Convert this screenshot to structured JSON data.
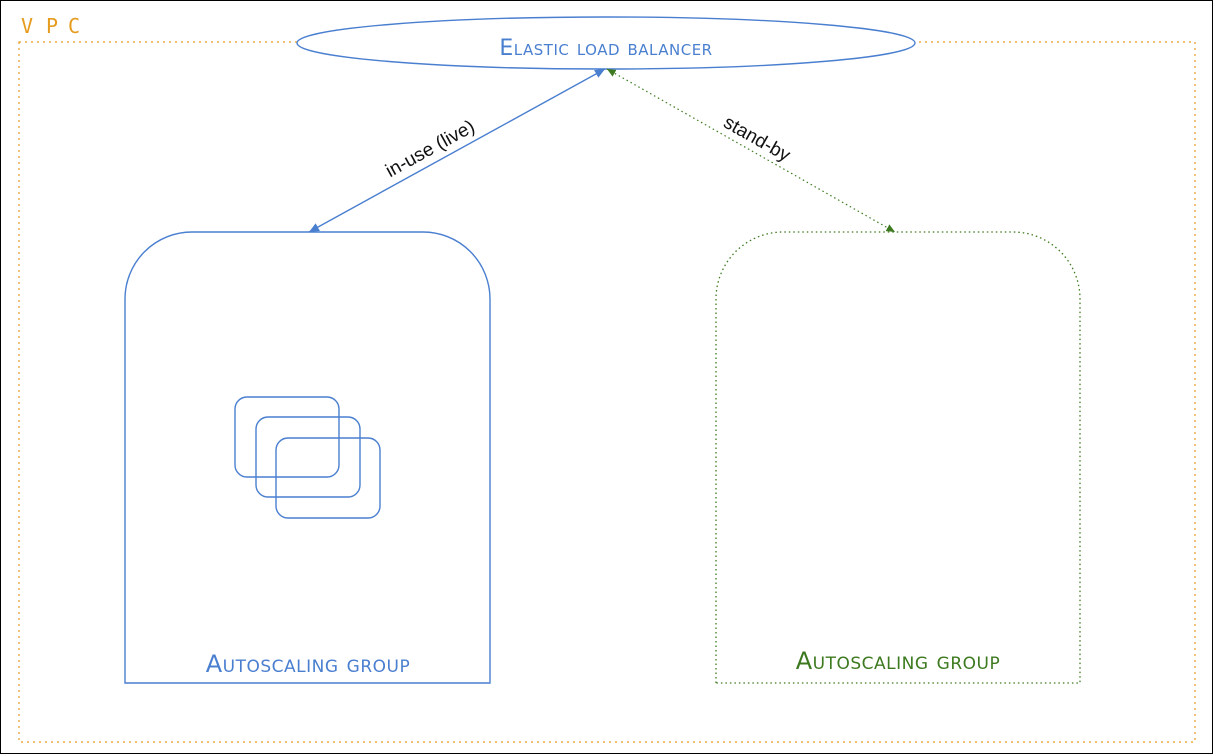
{
  "vpc": {
    "label": "VPC",
    "color": "#e69b1e"
  },
  "load_balancer": {
    "label": "Elastic load balancer",
    "color": "#4a7fd0"
  },
  "groups": {
    "live": {
      "label": "Autoscaling group",
      "color": "#4a7fd0"
    },
    "standby": {
      "label": "Autoscaling group",
      "color": "#3d7a1f"
    }
  },
  "edges": {
    "live": {
      "label": "in-use (live)"
    },
    "standby": {
      "label": "stand-by"
    }
  },
  "icons": {
    "instances": "stacked-instances-icon"
  }
}
